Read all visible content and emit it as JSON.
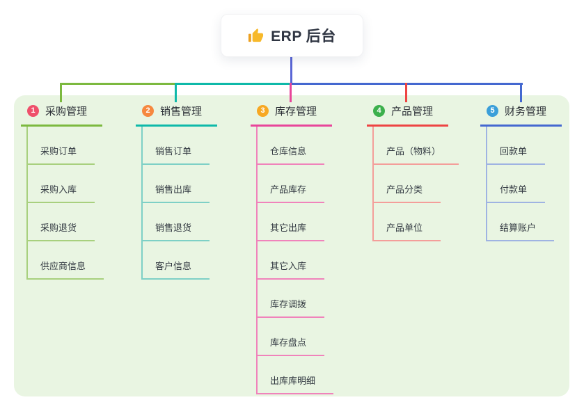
{
  "root": {
    "title": "ERP 后台",
    "icon": "thumbs-up-icon",
    "line_color": "#5a66d6",
    "text_color": "#2f3542"
  },
  "panel": {
    "bg": "#e9f5e2"
  },
  "branches": [
    {
      "number": "1",
      "title": "采购管理",
      "badge_color": "#ef506b",
      "line_color": "#7cb93f",
      "child_line_color": "#a8d07e",
      "children": [
        "采购订单",
        "采购入库",
        "采购退货",
        "供应商信息"
      ]
    },
    {
      "number": "2",
      "title": "销售管理",
      "badge_color": "#f6883f",
      "line_color": "#0eb9a9",
      "child_line_color": "#7ed0c6",
      "children": [
        "销售订单",
        "销售出库",
        "销售退货",
        "客户信息"
      ]
    },
    {
      "number": "3",
      "title": "库存管理",
      "badge_color": "#f7a823",
      "line_color": "#e8459a",
      "child_line_color": "#f083bb",
      "children": [
        "仓库信息",
        "产品库存",
        "其它出库",
        "其它入库",
        "库存调拨",
        "库存盘点",
        "出库库明细"
      ]
    },
    {
      "number": "4",
      "title": "产品管理",
      "badge_color": "#3cb04c",
      "line_color": "#ee4443",
      "child_line_color": "#f49e9a",
      "children": [
        "产品（物料）",
        "产品分类",
        "产品单位"
      ]
    },
    {
      "number": "5",
      "title": "财务管理",
      "badge_color": "#3b9fd9",
      "line_color": "#4468d0",
      "child_line_color": "#9fb3e2",
      "children": [
        "回款单",
        "付款单",
        "结算账户"
      ]
    }
  ]
}
